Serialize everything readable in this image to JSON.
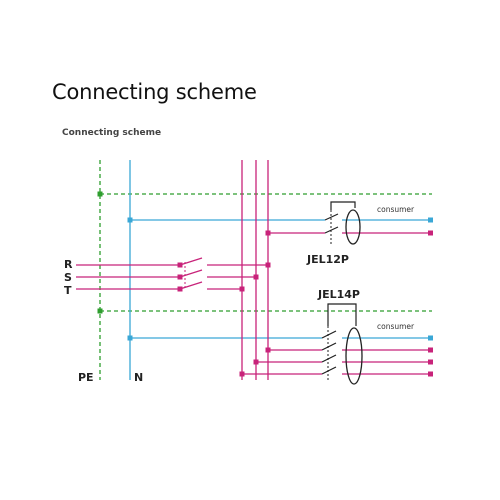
{
  "page": {
    "title": "Connecting scheme"
  },
  "diagram": {
    "subtitle": "Connecting scheme",
    "phase_labels": [
      "R",
      "S",
      "T"
    ],
    "pe_label": "PE",
    "n_label": "N",
    "device_1": {
      "name": "JEL12P",
      "consumer_label": "consumer"
    },
    "device_2": {
      "name": "JEL14P",
      "consumer_label": "consumer"
    }
  },
  "colors": {
    "pe": "#2e9e2e",
    "neutral": "#3aa7d6",
    "phase": "#c8237a",
    "device": "#222222"
  }
}
